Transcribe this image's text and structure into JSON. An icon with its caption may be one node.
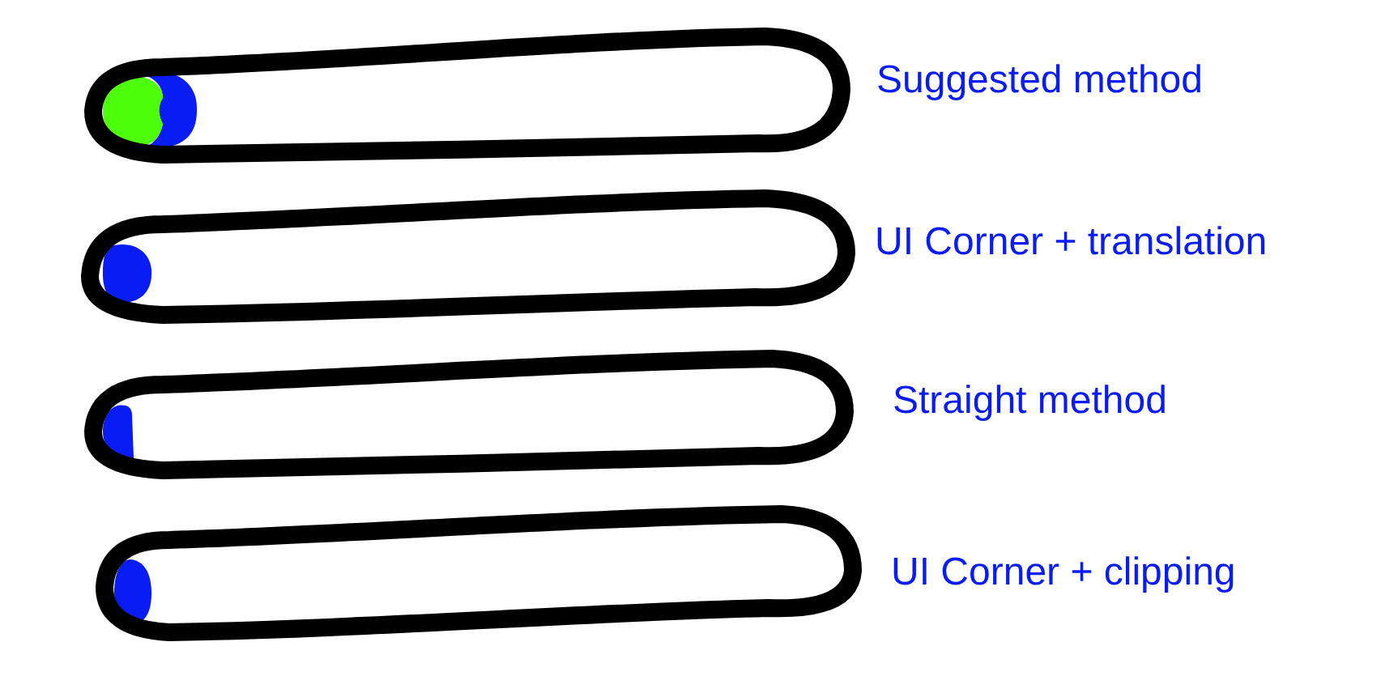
{
  "diagram": {
    "nodes": [
      {
        "text": [],
        "shape": "bar",
        "beside": [
          "Suggested method"
        ]
      },
      {
        "text": [],
        "shape": "bar",
        "beside": [
          "UI Corner + translation"
        ]
      },
      {
        "text": [],
        "shape": "bar",
        "beside": [
          "Straight method"
        ]
      },
      {
        "text": [],
        "shape": "bar",
        "beside": [
          "UI Corner + clipping"
        ]
      }
    ]
  }
}
